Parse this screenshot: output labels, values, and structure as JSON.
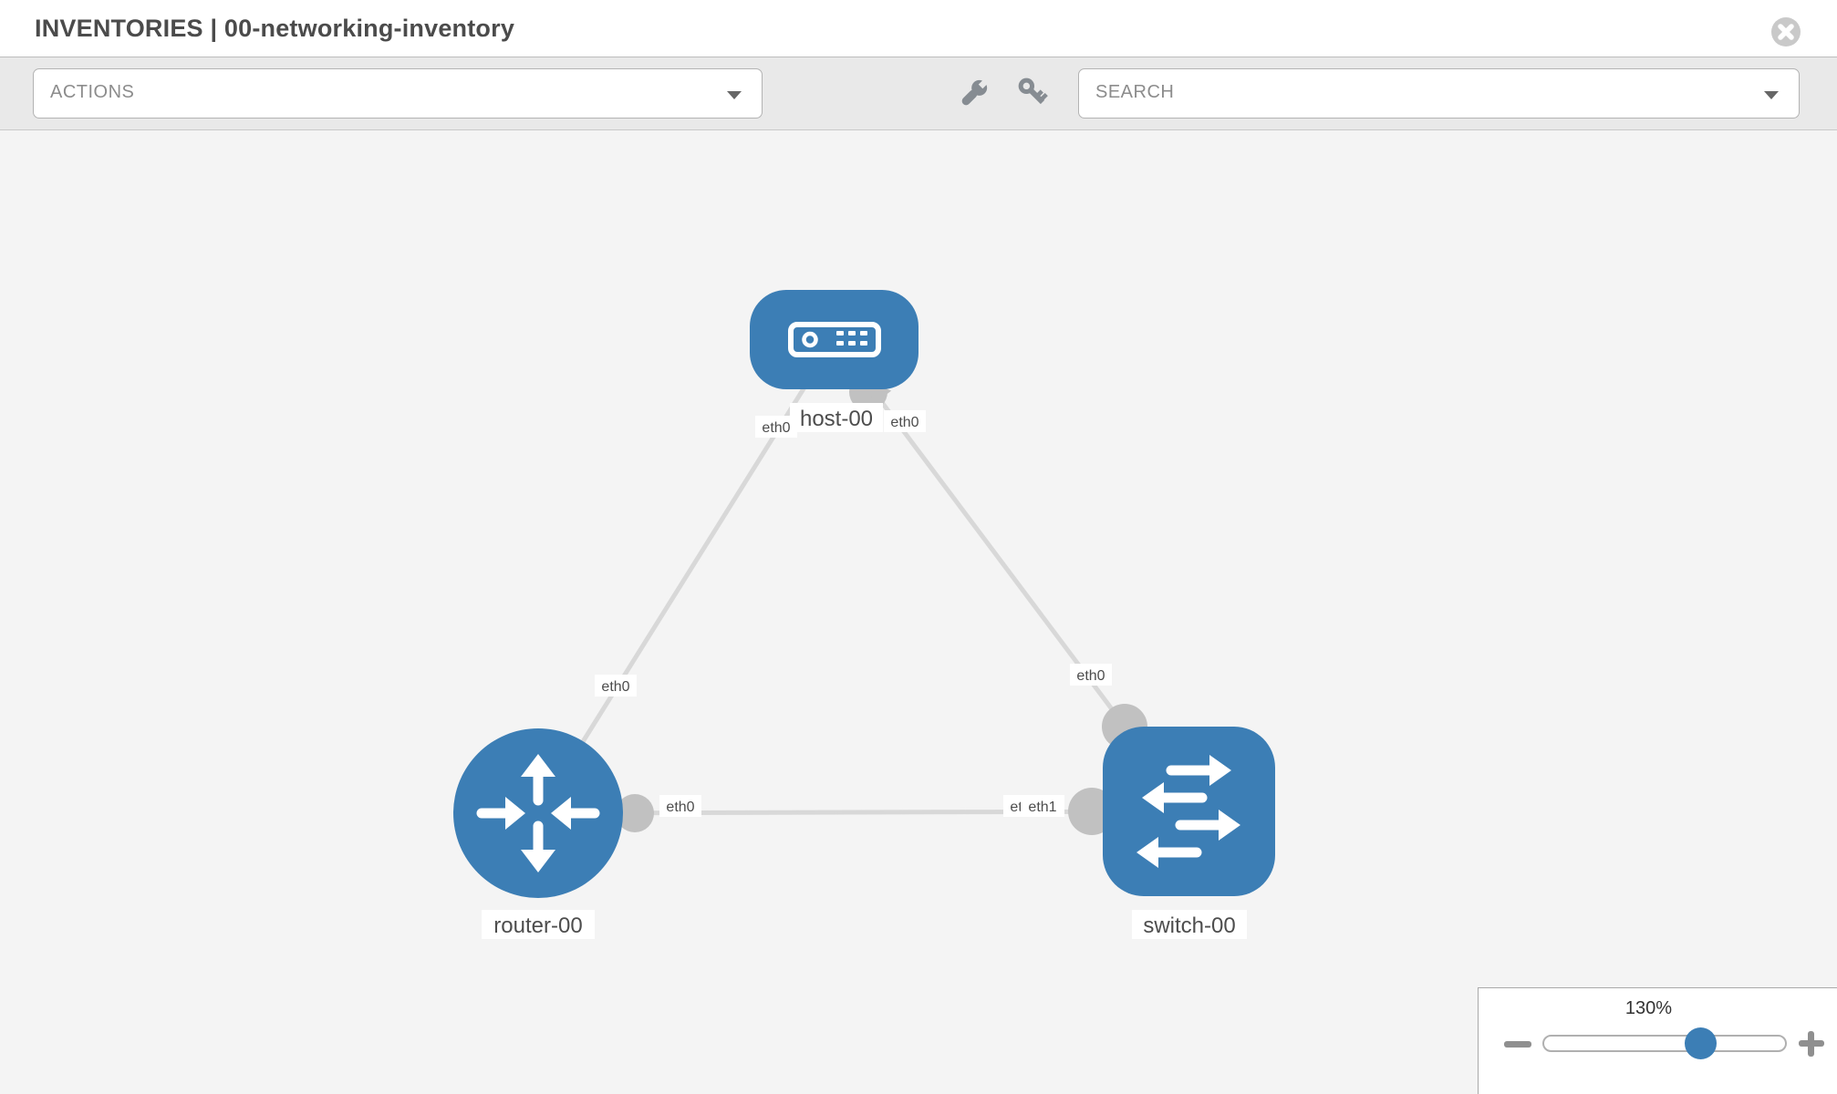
{
  "header": {
    "title": "INVENTORIES | 00-networking-inventory"
  },
  "toolbar": {
    "actions_label": "ACTIONS",
    "search_label": "SEARCH"
  },
  "topology": {
    "nodes": [
      {
        "label": "host-00",
        "type": "host"
      },
      {
        "label": "router-00",
        "type": "router"
      },
      {
        "label": "switch-00",
        "type": "switch"
      }
    ],
    "links": [
      {
        "source": "host-00",
        "target": "router-00",
        "source_interface": "eth0",
        "target_interface": "eth0"
      },
      {
        "source": "host-00",
        "target": "switch-00",
        "source_interface": "eth0",
        "target_interface": "eth0"
      },
      {
        "source": "router-00",
        "target": "switch-00",
        "source_interface": "eth0",
        "target_interfaces": [
          "eth0",
          "eth1"
        ]
      }
    ]
  },
  "zoom_control": {
    "level": "130%"
  },
  "icons": {
    "close": "circle-x-icon",
    "wrench": "wrench-icon",
    "key": "key-icon",
    "dropdown_caret": "chevron-down-icon",
    "zoom_out": "minus-icon",
    "zoom_in": "plus-icon"
  },
  "colors": {
    "node_blue": "#3c7eb5",
    "link_gray": "#d8d8d8",
    "connector_gray": "#c1c1c1",
    "canvas_bg": "#f4f4f4",
    "toolbar_bg": "#e9e9e9"
  }
}
